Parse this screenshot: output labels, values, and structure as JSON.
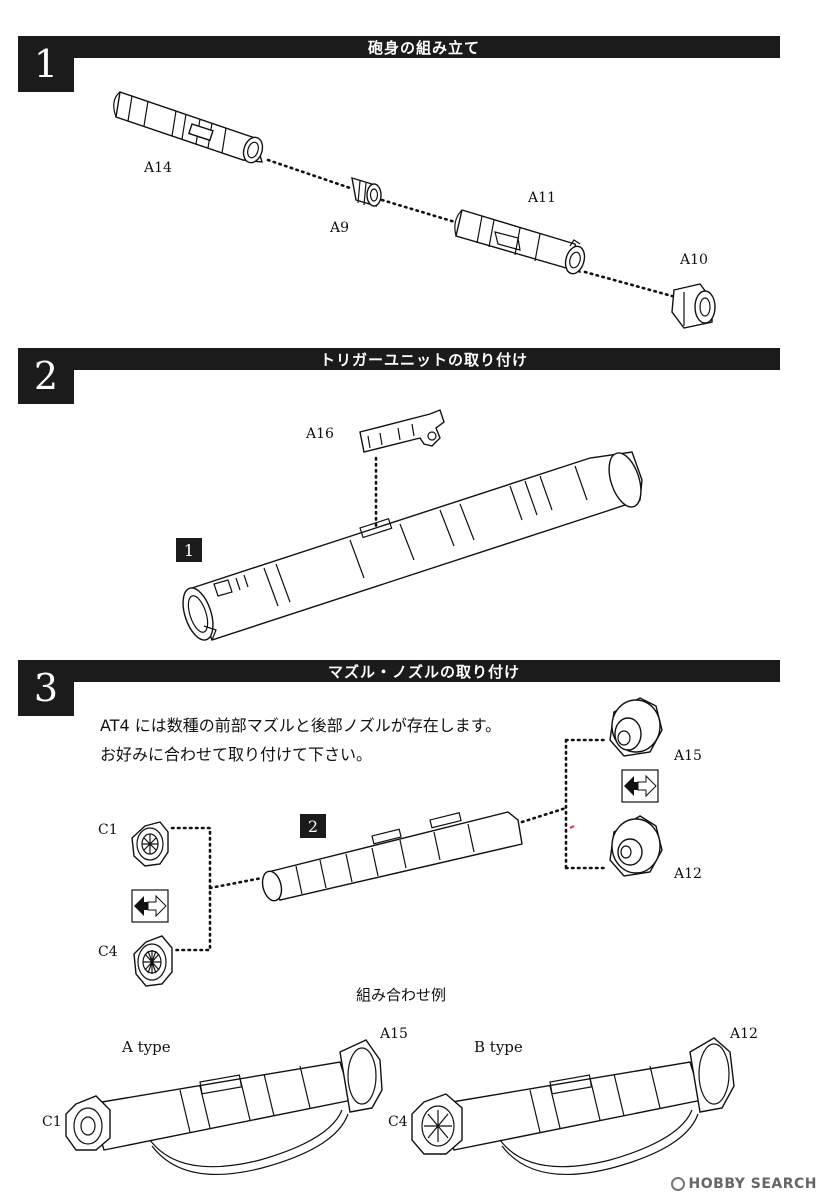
{
  "steps": [
    {
      "number": "1",
      "title": "砲身の組み立て"
    },
    {
      "number": "2",
      "title": "トリガーユニットの取り付け"
    },
    {
      "number": "3",
      "title": "マズル・ノズルの取り付け"
    }
  ],
  "step1": {
    "parts": [
      "A14",
      "A9",
      "A11",
      "A10"
    ]
  },
  "step2": {
    "part": "A16",
    "ref": "1"
  },
  "step3": {
    "note_line1": "AT4 には数種の前部マズルと後部ノズルが存在します。",
    "note_line2": "お好みに合わせて取り付けて下さい。",
    "ref": "2",
    "front_parts": [
      "C1",
      "C4"
    ],
    "rear_parts": [
      "A15",
      "A12"
    ],
    "combo_title": "組み合わせ例",
    "examples": [
      {
        "type": "A type",
        "front": "C1",
        "rear": "A15"
      },
      {
        "type": "B type",
        "front": "C4",
        "rear": "A12"
      }
    ]
  },
  "watermark": {
    "logo": "HOBBY SEARCH"
  },
  "icons": [
    "swap-arrows-icon",
    "hobby-search-logo-icon"
  ]
}
